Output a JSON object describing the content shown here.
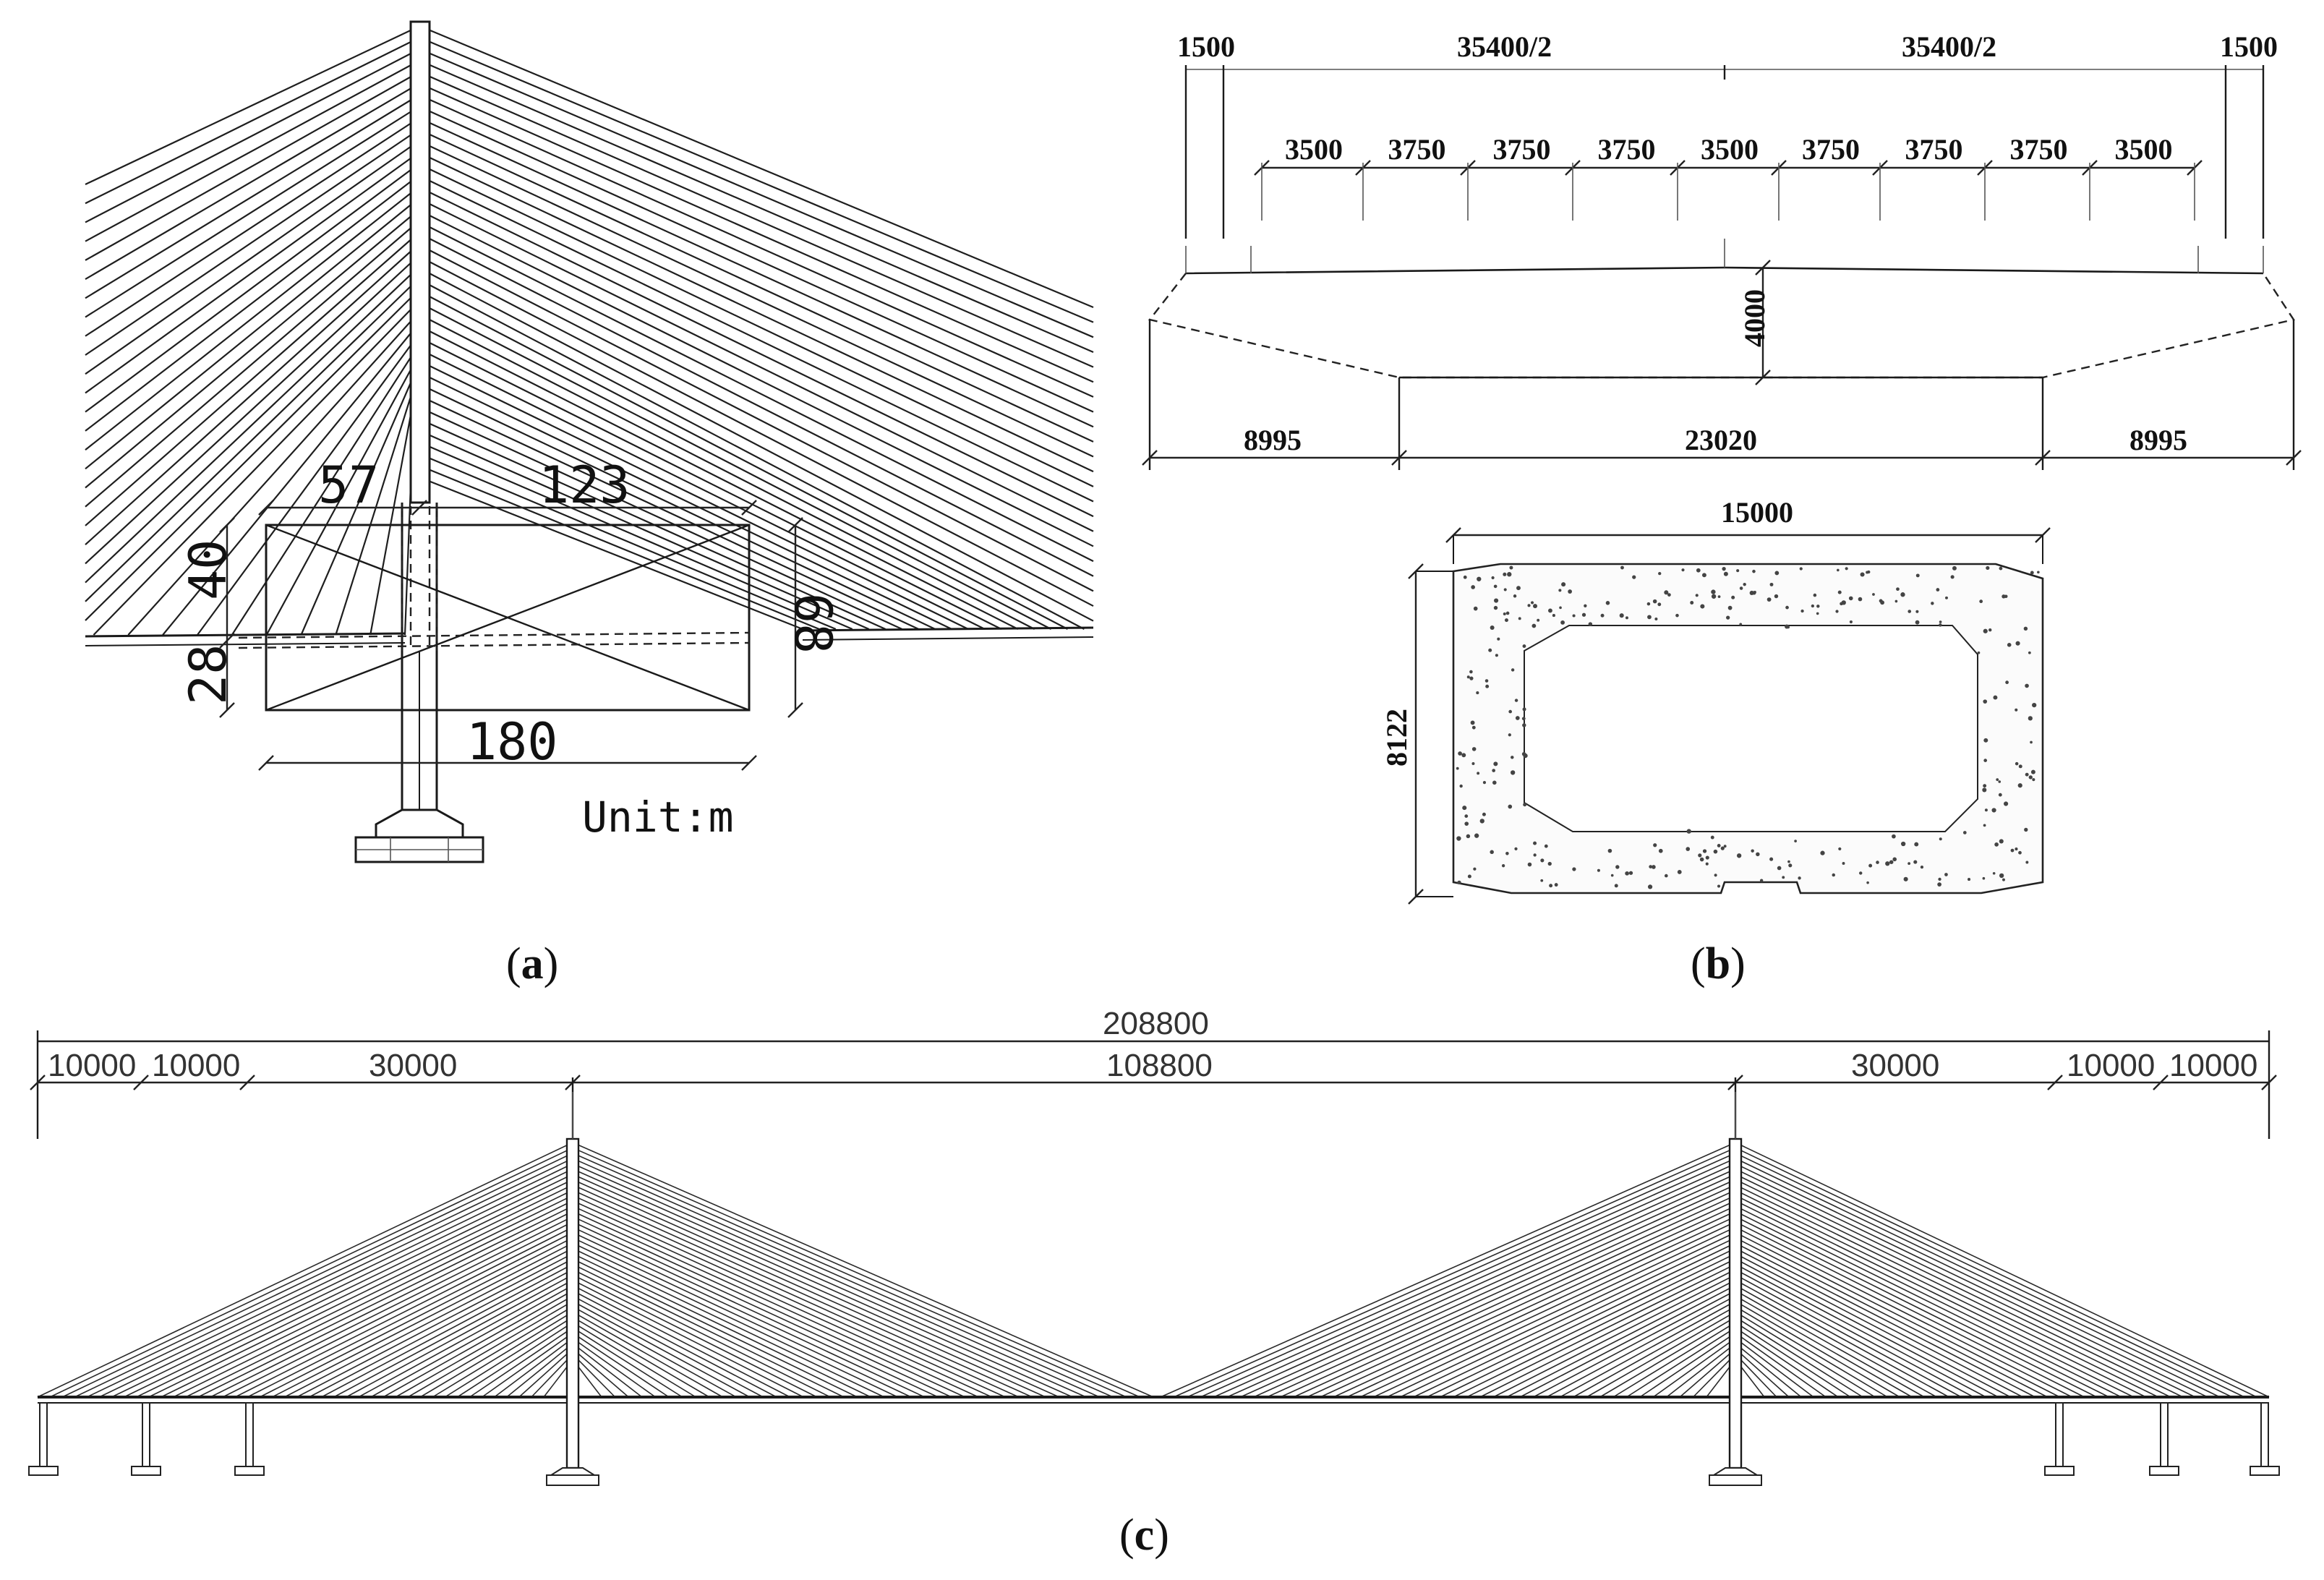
{
  "panel_a": {
    "dims": {
      "left_top": "57",
      "right_top": "123",
      "upper_left": "40",
      "lower_left": "28",
      "right_height": "68",
      "bottom": "180"
    },
    "unit_label": "Unit:m",
    "caption_letter": "a"
  },
  "panel_b": {
    "top": {
      "edge_left": "1500",
      "half_left": "35400/2",
      "half_right": "35400/2",
      "edge_right": "1500"
    },
    "lanes": [
      "3500",
      "3750",
      "3750",
      "3750",
      "3500",
      "3750",
      "3750",
      "3750",
      "3500"
    ],
    "depth": "4000",
    "bottom": {
      "left": "8995",
      "middle": "23020",
      "right": "8995"
    },
    "box_width": "15000",
    "box_height": "8122",
    "caption_letter": "b"
  },
  "panel_c": {
    "total": "208800",
    "spans_left": [
      "10000",
      "10000",
      "30000"
    ],
    "main_span": "108800",
    "spans_right": [
      "30000",
      "10000",
      "10000"
    ],
    "caption_letter": "c"
  }
}
